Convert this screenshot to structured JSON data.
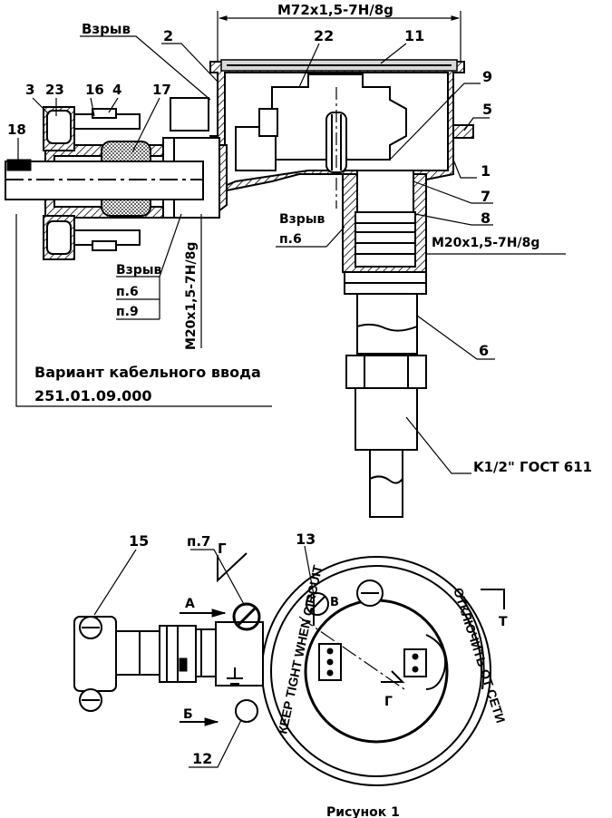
{
  "labels": {
    "thread_top": "M72x1,5-7H/8g",
    "vzryv_top": "Взрыв",
    "n2": "2",
    "n22": "22",
    "n11": "11",
    "n9": "9",
    "n5": "5",
    "n1": "1",
    "n7": "7",
    "n8": "8",
    "n3": "3",
    "n23": "23",
    "n16": "16",
    "n4": "4",
    "n17": "17",
    "n18": "18",
    "vzryv_mid": "Взрыв",
    "p6_mid": "п.6",
    "thread_m20_right": "M20x1,5-7H/8g",
    "vzryv_left": "Взрыв",
    "p6_left": "п.6",
    "p9_left": "п.9",
    "thread_m20_vert": "M20x1,5-7H/8g",
    "n6": "6",
    "variant_line1": "Вариант кабельного ввода",
    "variant_line2": "251.01.09.000",
    "gost": "K1/2\" ГОСТ 611",
    "n15": "15",
    "p7": "п.7",
    "g_top": "Г",
    "n13": "13",
    "v_mark": "В",
    "a_mark": "А",
    "b_mark": "Б",
    "n12": "12",
    "g_center": "Г",
    "t_mark": "Т",
    "ring_left_text": "КЕЕР TIGHT WHEN CIRCUIT",
    "ring_right_text": "ОТКЛЮЧИТЬ ОТ СЕТИ",
    "caption": "Рисунок 1"
  }
}
